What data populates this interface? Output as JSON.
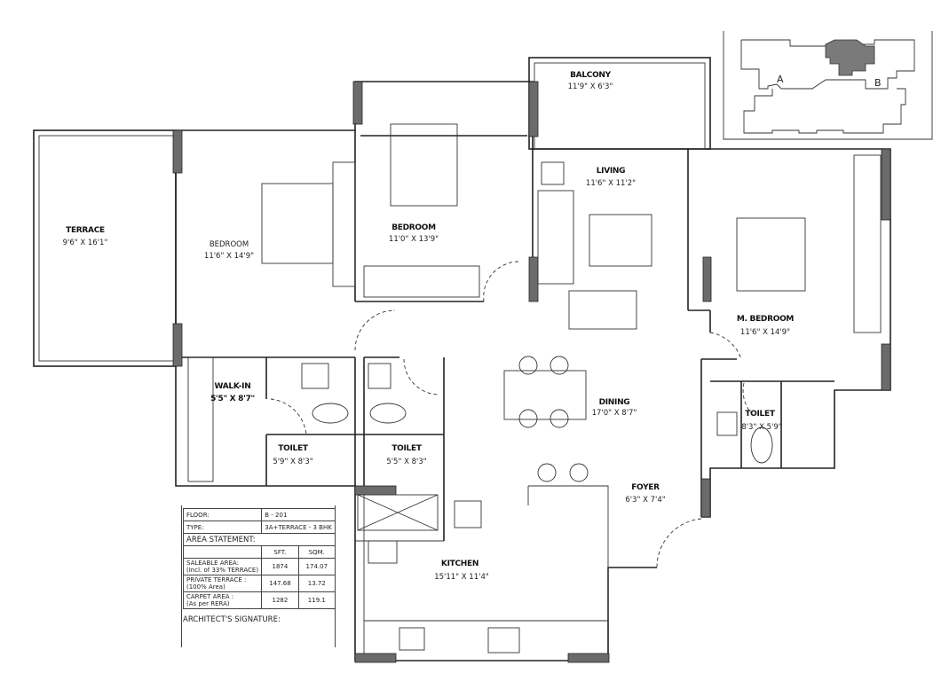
{
  "rooms": {
    "terrace": {
      "name": "TERRACE",
      "dim": "9'6\" X 16'1\""
    },
    "bedroom1": {
      "name": "BEDROOM",
      "dim": "11'6\" X 14'9\""
    },
    "bedroom2": {
      "name": "BEDROOM",
      "dim": "11'0\" X 13'9\""
    },
    "balcony": {
      "name": "BALCONY",
      "dim": "11'9\" X 6'3\""
    },
    "living": {
      "name": "LIVING",
      "dim": "11'6\" X 11'2\""
    },
    "master_bedroom": {
      "name": "M. BEDROOM",
      "dim": "11'6\" X 14'9\""
    },
    "walk_in": {
      "name": "WALK-IN",
      "dim": "5'5\" X 8'7\""
    },
    "toilet1": {
      "name": "TOILET",
      "dim": "5'9\" X 8'3\""
    },
    "toilet2": {
      "name": "TOILET",
      "dim": "5'5\" X 8'3\""
    },
    "toilet3": {
      "name": "TOILET",
      "dim": "8'3\" X 5'9\""
    },
    "dining": {
      "name": "DINING",
      "dim": "17'0\" X 8'7\""
    },
    "foyer": {
      "name": "FOYER",
      "dim": "6'3\" X 7'4\""
    },
    "kitchen": {
      "name": "KITCHEN",
      "dim": "15'11\" X 11'4\""
    }
  },
  "key_plan": {
    "label_a": "A",
    "label_b": "B",
    "highlight_color": "#7a7a7a"
  },
  "area_table": {
    "floor_label": "FLOOR:",
    "floor_value": "B - 201",
    "type_label": "TYPE:",
    "type_value": "3A+TERRACE - 3 BHK",
    "heading": "AREA STATEMENT:",
    "col_sft": "SFT.",
    "col_sqm": "SQM.",
    "rows": [
      {
        "label1": "SALEABLE AREA:",
        "label2": "(Incl. of 33% TERRACE)",
        "sft": "1874",
        "sqm": "174.07"
      },
      {
        "label1": "PRIVATE TERRACE :",
        "label2": "(100% Area)",
        "sft": "147.68",
        "sqm": "13.72"
      },
      {
        "label1": "CARPET AREA :",
        "label2": "(As per RERA)",
        "sft": "1282",
        "sqm": "119.1"
      }
    ],
    "signature": "ARCHITECT'S SIGNATURE:"
  },
  "colors": {
    "wall_column": "#6b6b6b",
    "line": "#222222"
  }
}
